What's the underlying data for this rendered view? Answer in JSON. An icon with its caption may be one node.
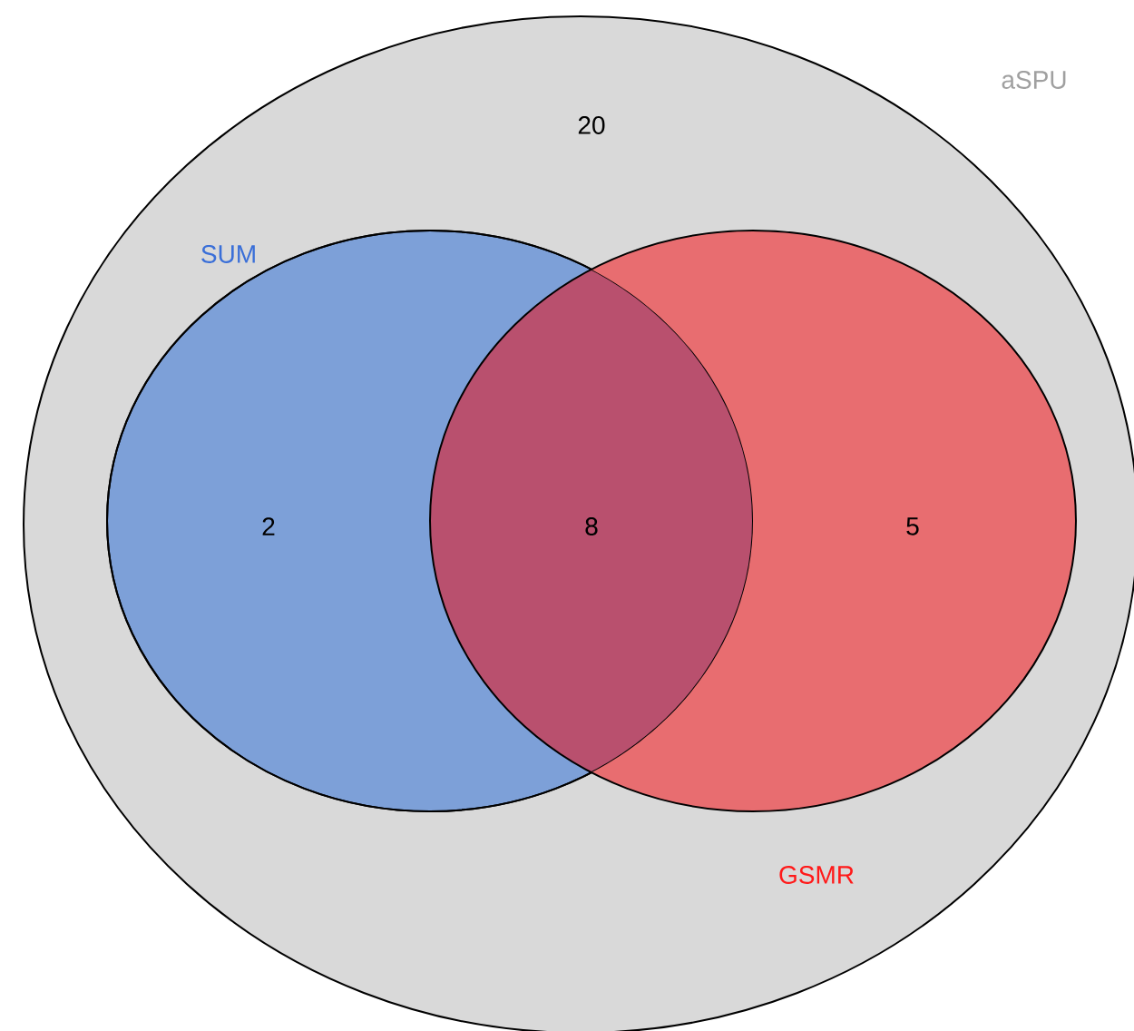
{
  "diagram": {
    "nodes": [
      {
        "text": [
          "aSPU",
          "20"
        ]
      },
      {
        "text": [
          "SUM",
          "2"
        ],
        "in": 0
      },
      {
        "text": [
          "GSMR",
          "5"
        ],
        "in": 0
      }
    ],
    "labels": [
      "8"
    ]
  }
}
